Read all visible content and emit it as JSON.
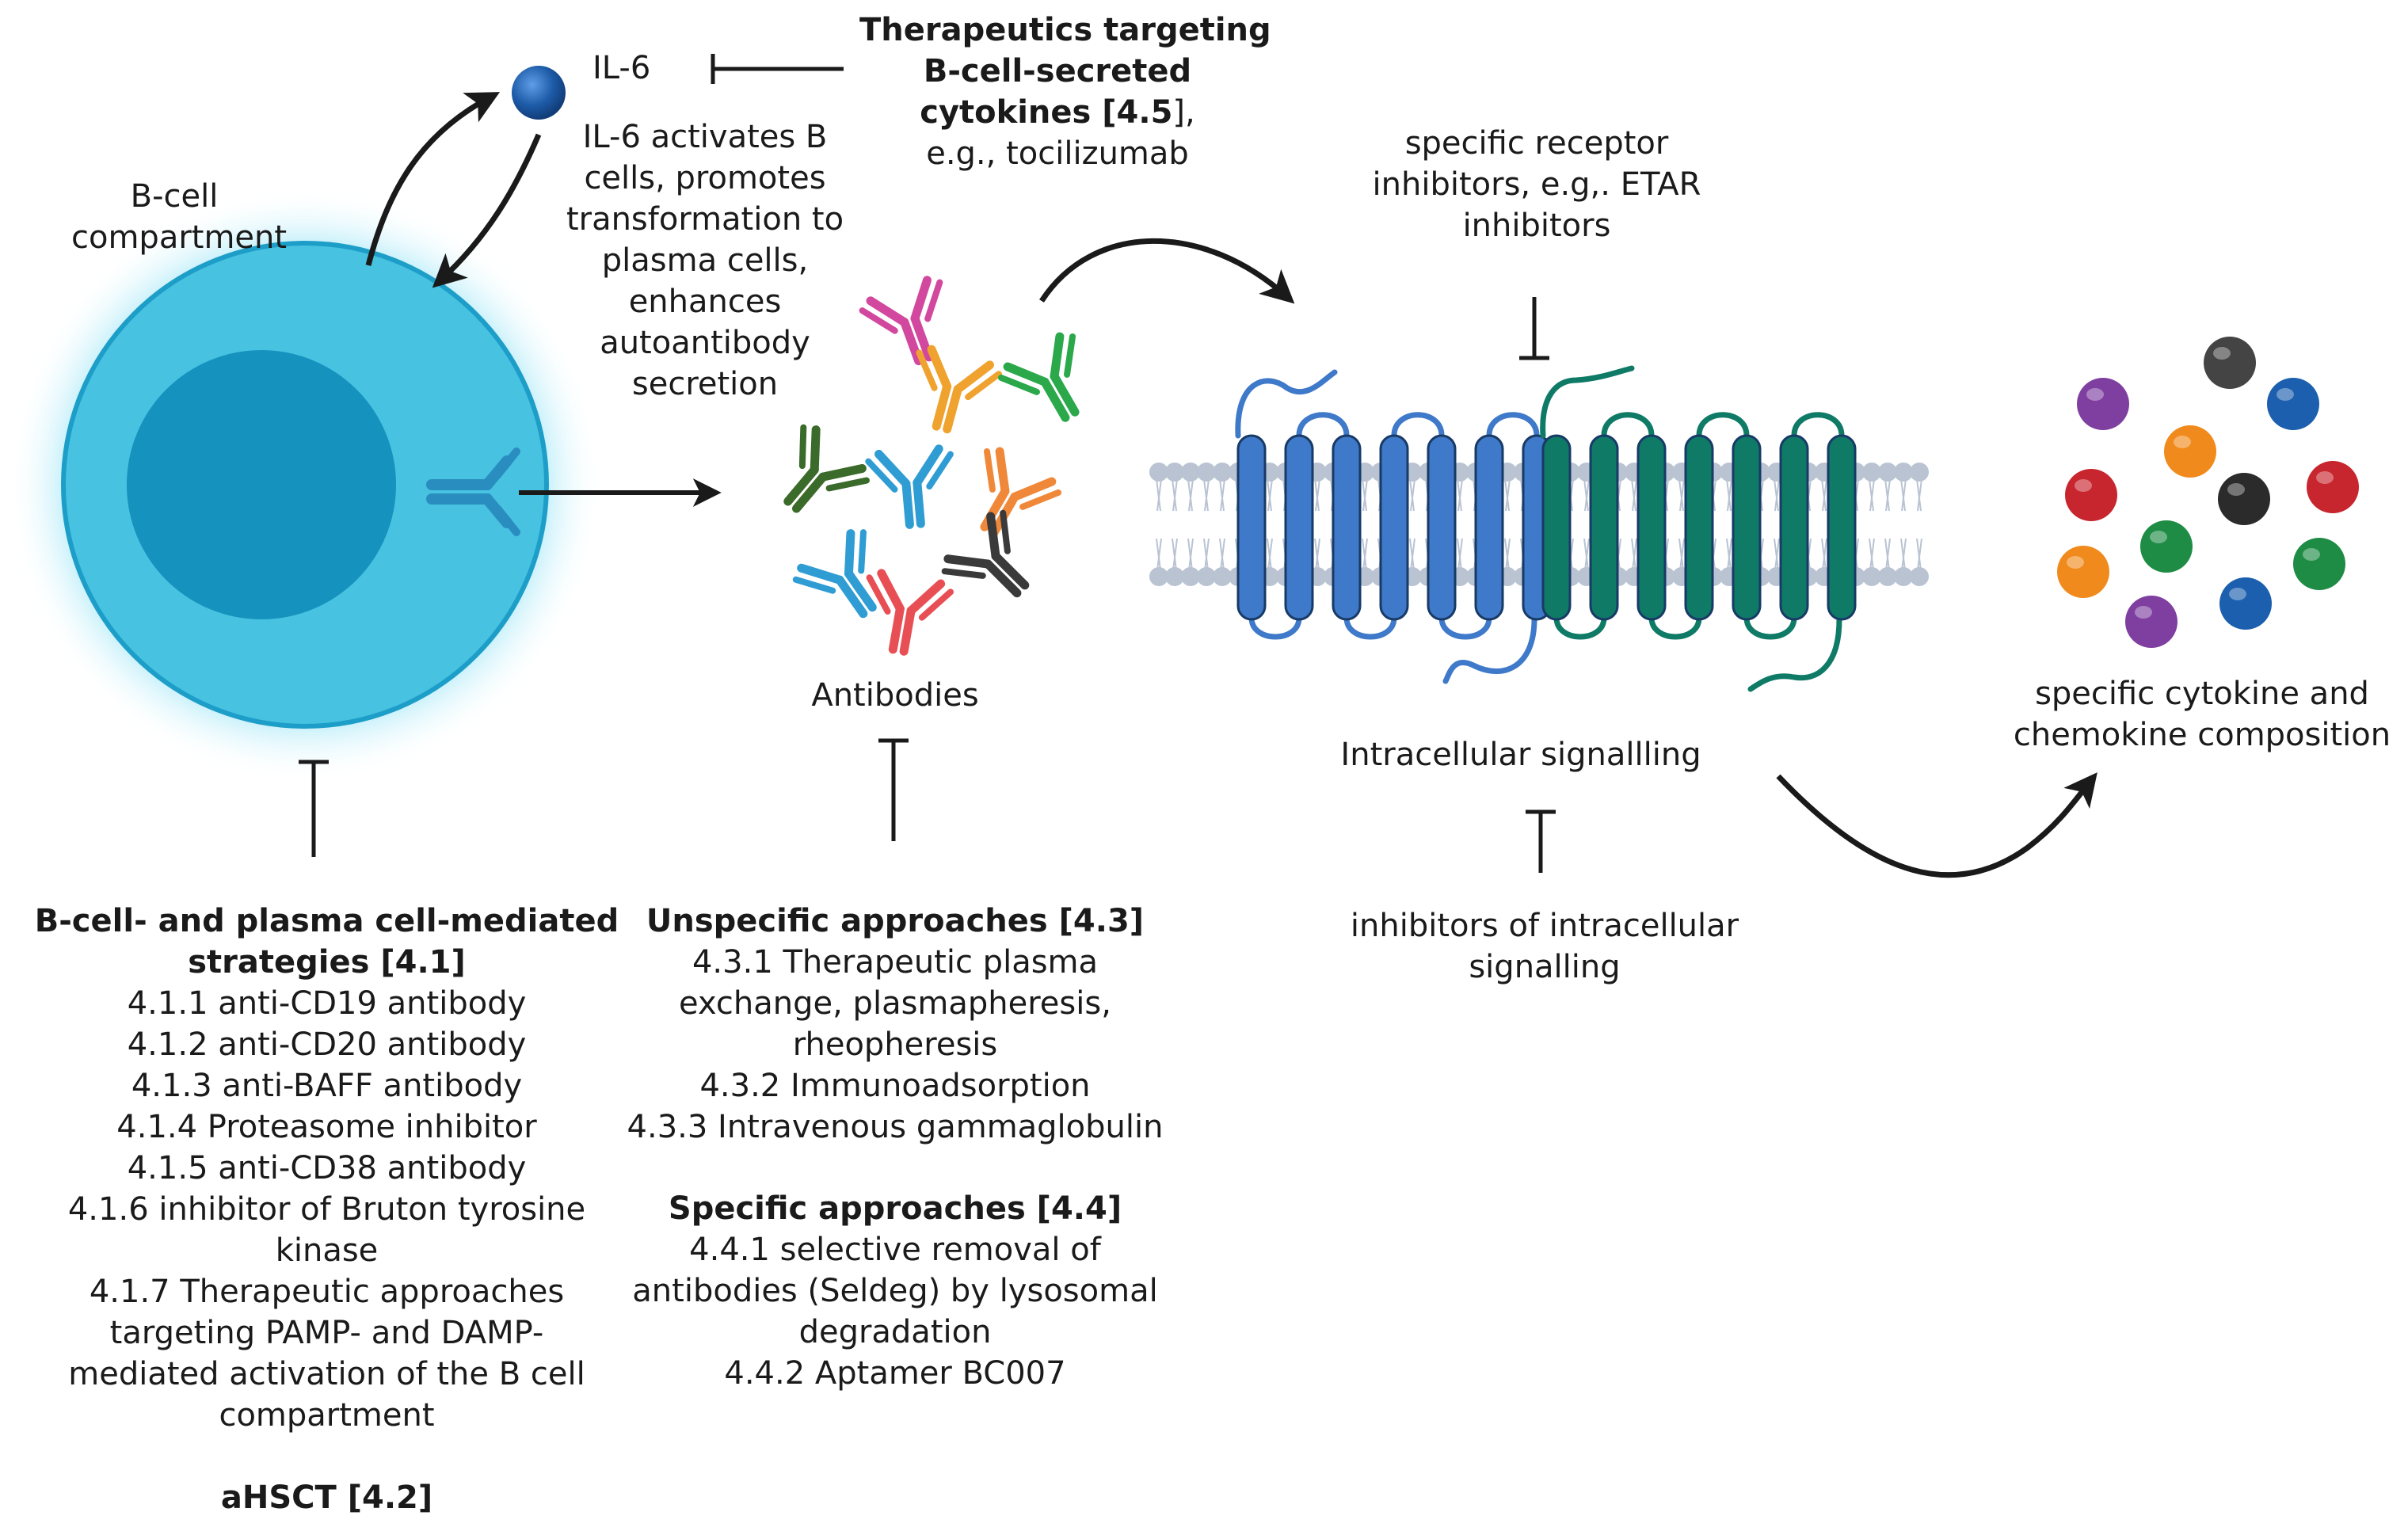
{
  "labels": {
    "il6": "IL-6",
    "bcell_compartment": [
      "B-cell",
      "compartment"
    ],
    "il6_description": [
      "IL-6 activates B",
      "cells, promotes",
      "transformation to",
      "plasma cells,",
      "enhances",
      "autoantibody",
      "secretion"
    ],
    "therapeutics_title": [
      "Therapeutics targeting",
      "B-cell-secreted"
    ],
    "therapeutics_ref_bold": "cytokines [4.5",
    "therapeutics_ref_tail": "],",
    "therapeutics_example": "e.g., tocilizumab",
    "receptor_inhibitors": [
      "specific receptor",
      "inhibitors, e.g,. ETAR",
      "inhibitors"
    ],
    "antibodies": "Antibodies",
    "intracellular_signalling": "Intracellular signallling",
    "cytokine_composition": [
      "specific cytokine and",
      "chemokine composition"
    ],
    "intracellular_inhibitors": [
      "inhibitors of intracellular",
      "signalling"
    ]
  },
  "strategies_41": {
    "title": [
      "B-cell- and plasma cell-mediated",
      "strategies [4.1]"
    ],
    "items": [
      "4.1.1 anti-CD19 antibody",
      "4.1.2 anti-CD20 antibody",
      "4.1.3 anti-BAFF antibody",
      "4.1.4 Proteasome inhibitor",
      "4.1.5 anti-CD38 antibody",
      "4.1.6 inhibitor of Bruton tyrosine",
      "kinase",
      "4.1.7 Therapeutic approaches",
      "targeting PAMP- and DAMP-",
      "mediated activation of the B cell",
      "compartment"
    ],
    "ahsct": "aHSCT [4.2]"
  },
  "unspecific_43": {
    "title": "Unspecific approaches [4.3]",
    "items": [
      "4.3.1 Therapeutic plasma",
      "exchange, plasmapheresis,",
      "rheopheresis",
      "4.3.2 Immunoadsorption",
      "4.3.3 Intravenous gammaglobulin"
    ]
  },
  "specific_44": {
    "title": "Specific approaches [4.4]",
    "items": [
      "4.4.1 selective removal of",
      "antibodies (Seldeg) by lysosomal",
      "degradation",
      "4.4.2 Aptamer BC007"
    ]
  },
  "colors": {
    "cell_outer": "#4cc4e2",
    "cell_nucleus": "#1797bf",
    "receptor_blue": "#3f79c9",
    "receptor_teal": "#0f7a66",
    "membrane": "#b9c3d2",
    "arrow": "#1a1a1a",
    "antibody_colors": [
      "#d1489e",
      "#f0a22e",
      "#2aa84a",
      "#3b6b2a",
      "#2f9dd3",
      "#f0883a",
      "#2f9dd3",
      "#e84f55",
      "#3a3a3a"
    ],
    "cytokine_colors": [
      "#7f3fa0",
      "#444444",
      "#1b5fae",
      "#c8262e",
      "#f08a1c",
      "#2b2b2b",
      "#c8262e",
      "#1e8c45",
      "#f08a1c",
      "#1e8c45",
      "#7f3fa0",
      "#1b5fae"
    ]
  }
}
